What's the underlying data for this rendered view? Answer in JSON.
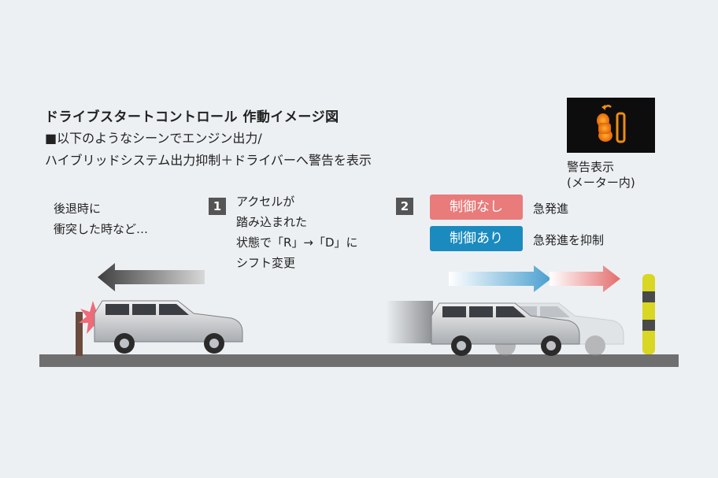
{
  "title": "ドライブスタートコントロール 作動イメージ図",
  "subtitle_line1": "■以下のようなシーンでエンジン出力/",
  "subtitle_line2": "ハイブリッドシステム出力抑制＋ドライバーへ警告を表示",
  "warning_display": {
    "line1": "警告表示",
    "line2": "(メーター内)",
    "icon": "foot-on-pedal-warning-icon",
    "icon_color": "#f08c14"
  },
  "scene_reverse": {
    "line1": "後退時に",
    "line2": "衝突した時など…"
  },
  "step1": {
    "number": "1",
    "lines": [
      "アクセルが",
      "踏み込まれた",
      "状態で「R」→「D」に",
      "シフト変更"
    ]
  },
  "step2": {
    "number": "2",
    "without_control": {
      "label": "制御なし",
      "description": "急発進",
      "color": "#e97b7b"
    },
    "with_control": {
      "label": "制御あり",
      "description": "急発進を抑制",
      "color": "#1b8bbf"
    }
  }
}
